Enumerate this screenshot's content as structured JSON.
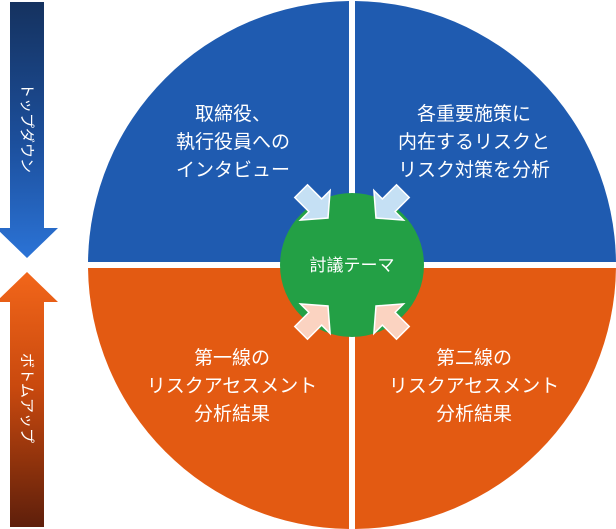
{
  "arrows": {
    "top_down_label": "トップダウン",
    "bottom_up_label": "ボトムアップ"
  },
  "quadrants": {
    "top_left": {
      "lines": [
        "取締役、",
        "執行役員への",
        "インタビュー"
      ]
    },
    "top_right": {
      "lines": [
        "各重要施策に",
        "内在するリスクと",
        "リスク対策を分析"
      ]
    },
    "bottom_left": {
      "lines": [
        "第一線の",
        "リスクアセスメント",
        "分析結果"
      ]
    },
    "bottom_right": {
      "lines": [
        "第二線の",
        "リスクアセスメント",
        "分析結果"
      ]
    }
  },
  "center": {
    "label": "討議テーマ"
  },
  "colors": {
    "blue": "#1f5bb0",
    "orange": "#e35a12",
    "green": "#23a045",
    "arrow_light_blue": "#c5e0f4",
    "arrow_light_orange": "#fbd3c1"
  }
}
